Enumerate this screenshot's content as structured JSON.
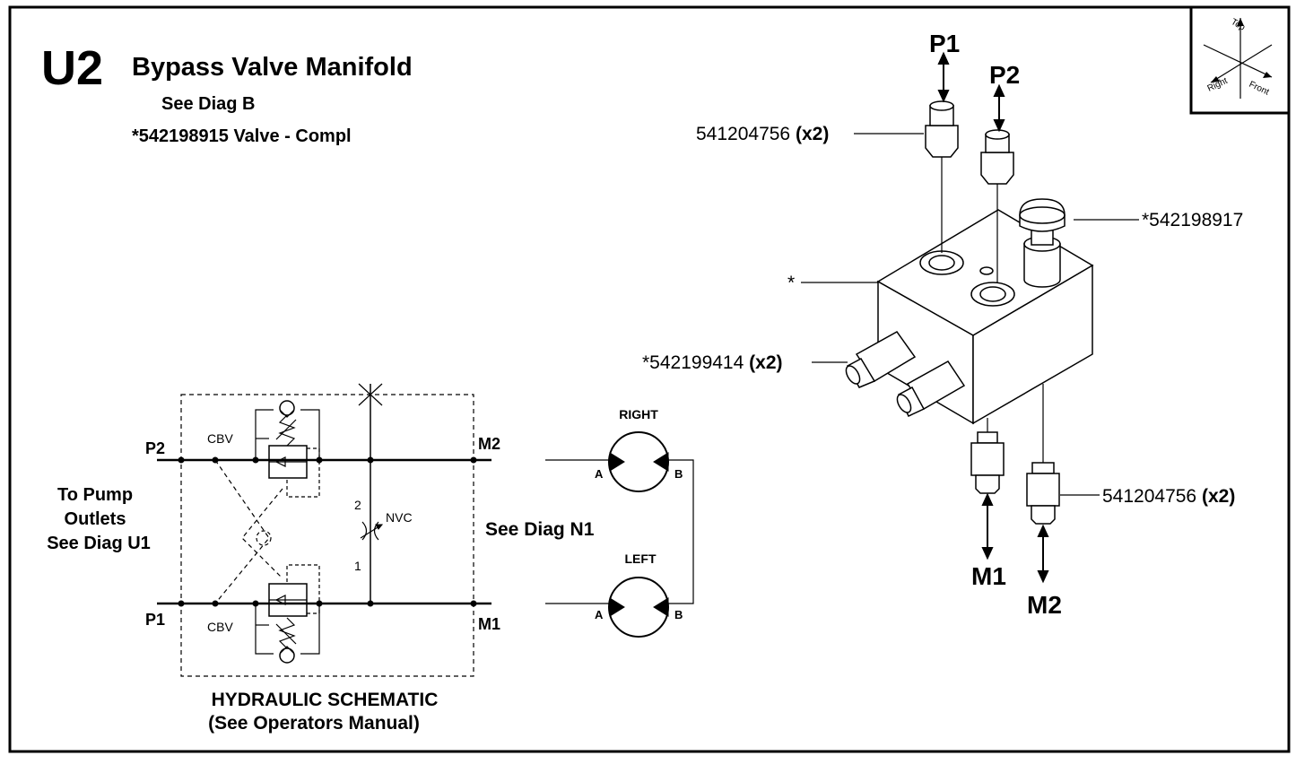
{
  "header": {
    "code": "U2",
    "title": "Bypass Valve Manifold",
    "see_diag": "See Diag B",
    "valve_note": "*542198915 Valve - Compl"
  },
  "orientation": {
    "top": "Top",
    "right": "Right",
    "front": "Front"
  },
  "parts": {
    "fitting_top": {
      "number": "541204756",
      "qty": "(x2)"
    },
    "fitting_bottom": {
      "number": "541204756",
      "qty": "(x2)"
    },
    "cap": "*542198917",
    "manifold": "*",
    "side_fitting": {
      "number": "*542199414",
      "qty": "(x2)"
    }
  },
  "ports": {
    "p1": "P1",
    "p2": "P2",
    "m1": "M1",
    "m2": "M2"
  },
  "schematic": {
    "p2": "P2",
    "p1": "P1",
    "m2": "M2",
    "m1": "M1",
    "cbv_top": "CBV",
    "cbv_bottom": "CBV",
    "nvc": "NVC",
    "num2": "2",
    "num1": "1",
    "pump_line1": "To Pump",
    "pump_line2": "Outlets",
    "pump_line3": "See Diag U1",
    "see_n1": "See Diag N1",
    "caption1": "HYDRAULIC SCHEMATIC",
    "caption2": "(See Operators Manual)"
  },
  "motors": {
    "right_label": "RIGHT",
    "left_label": "LEFT",
    "a1": "A",
    "b1": "B",
    "a2": "A",
    "b2": "B"
  }
}
